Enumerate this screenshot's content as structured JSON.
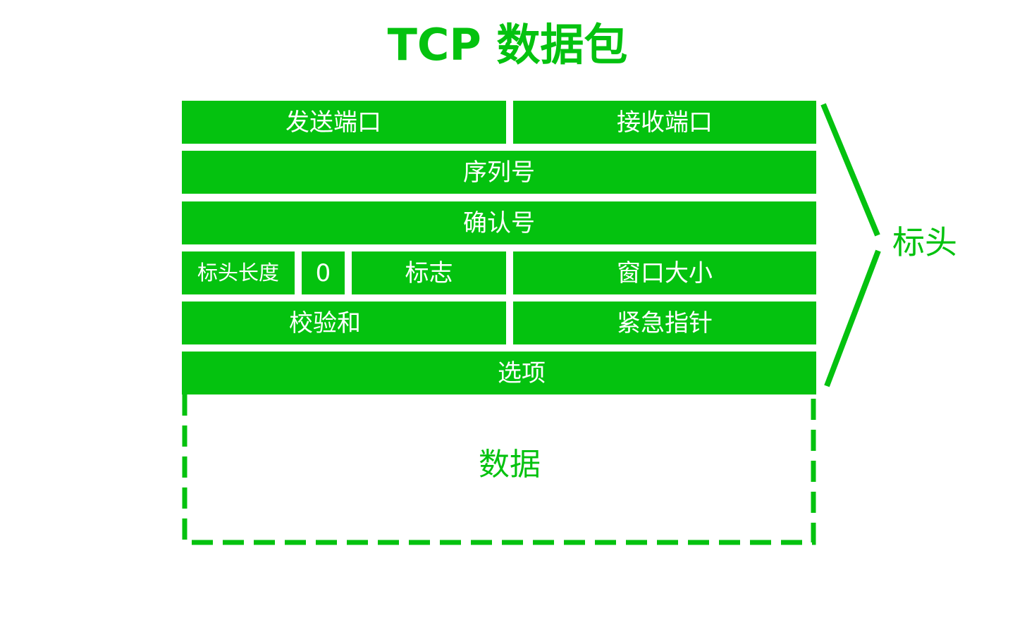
{
  "title": "TCP 数据包",
  "fields": {
    "source_port": "发送端口",
    "dest_port": "接收端口",
    "sequence_number": "序列号",
    "ack_number": "确认号",
    "header_length": "标头长度",
    "reserved": "0",
    "flags": "标志",
    "window_size": "窗口大小",
    "checksum": "校验和",
    "urgent_pointer": "紧急指针",
    "options": "选项"
  },
  "data_label": "数据",
  "header_label": "标头",
  "colors": {
    "accent": "#04c20f",
    "text_on_accent": "#ffffff"
  }
}
